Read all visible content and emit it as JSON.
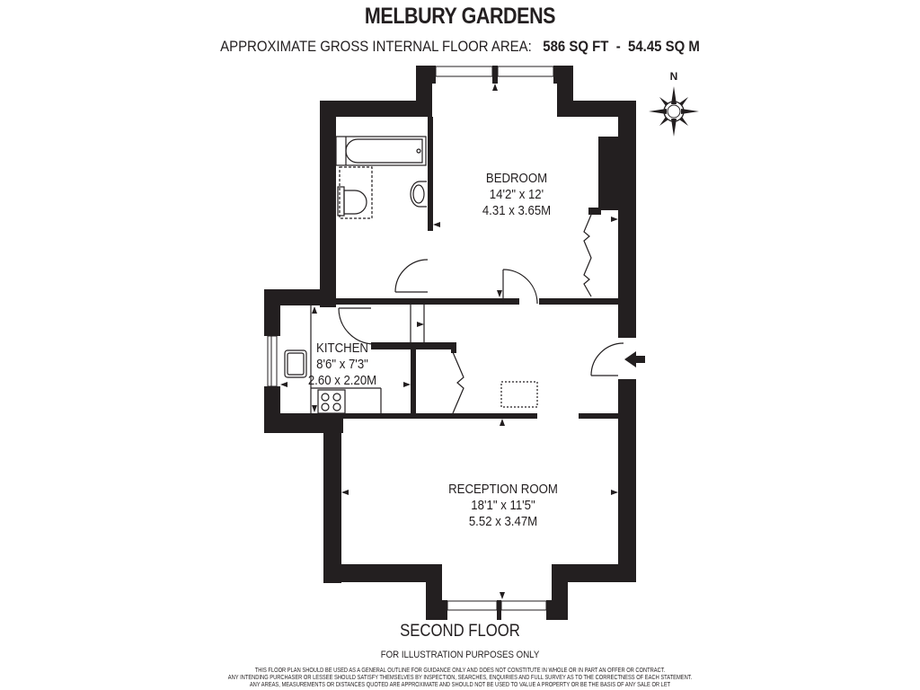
{
  "header": {
    "title": "MELBURY GARDENS",
    "area_label": "APPROXIMATE GROSS INTERNAL FLOOR AREA:",
    "area_sqft": "586 SQ FT",
    "area_sep": "-",
    "area_sqm": "54.45 SQ M"
  },
  "compass": {
    "label": "N"
  },
  "rooms": {
    "bedroom": {
      "name": "BEDROOM",
      "imperial": "14'2\" x 12'",
      "metric": "4.31 x 3.65M"
    },
    "kitchen": {
      "name": "KITCHEN",
      "imperial": "8'6\" x 7'3\"",
      "metric": "2.60 x 2.20M"
    },
    "reception": {
      "name": "RECEPTION ROOM",
      "imperial": "18'1\" x 11'5\"",
      "metric": "5.52 x 3.47M"
    }
  },
  "footer": {
    "floor_name": "SECOND FLOOR",
    "illustration_note": "FOR ILLUSTRATION PURPOSES ONLY",
    "disclaimer": [
      "THIS FLOOR PLAN SHOULD BE USED AS A GENERAL OUTLINE FOR GUIDANCE ONLY AND DOES NOT CONSTITUTE IN WHOLE OR IN PART AN OFFER OR CONTRACT.",
      "ANY INTENDING PURCHASER OR LESSEE SHOULD SATISFY THEMSELVES BY INSPECTION, SEARCHES, ENQUIRIES AND FULL SURVEY AS TO THE CORRECTNESS OF EACH STATEMENT.",
      "ANY AREAS, MEASUREMENTS OR DISTANCES QUOTED ARE APPROXIMATE AND SHOULD NOT BE USED TO VALUE A PROPERTY OR BE THE BASIS OF ANY SALE OR LET"
    ]
  },
  "colors": {
    "wall": "#231f20",
    "background": "#ffffff",
    "line": "#231f20"
  }
}
